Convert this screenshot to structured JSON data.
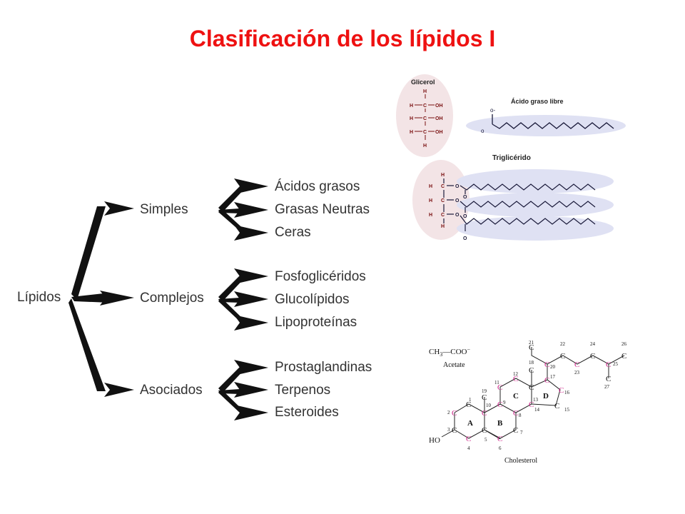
{
  "title": "Clasificación de los lípidos I",
  "tree": {
    "root": "Lípidos",
    "categories": [
      {
        "label": "Simples",
        "children": [
          "Ácidos grasos",
          "Grasas Neutras",
          "Ceras"
        ]
      },
      {
        "label": "Complejos",
        "children": [
          "Fosfoglicéridos",
          "Glucolípidos",
          "Lipoproteínas"
        ]
      },
      {
        "label": "Asociados",
        "children": [
          "Prostaglandinas",
          "Terpenos",
          "Esteroides"
        ]
      }
    ]
  },
  "glycerol_panel": {
    "glicerol_label": "Glicerol",
    "fatty_acid_label": "Ácido graso libre",
    "triglyceride_label": "Triglicérido"
  },
  "cholesterol_panel": {
    "acetate_formula_1": "CH",
    "acetate_formula_sub": "3",
    "acetate_formula_2": "—COO",
    "acetate_formula_sup": "−",
    "acetate_label": "Acetate",
    "ho_label": "HO",
    "cholesterol_label": "Cholesterol",
    "ring_labels": [
      "A",
      "B",
      "C",
      "D"
    ]
  },
  "colors": {
    "title": "#ee1111",
    "arrow": "#111111",
    "highlight": "#cc2288",
    "ellipse_pink": "#f3e4e6",
    "ellipse_blue": "#dfe1f3"
  }
}
